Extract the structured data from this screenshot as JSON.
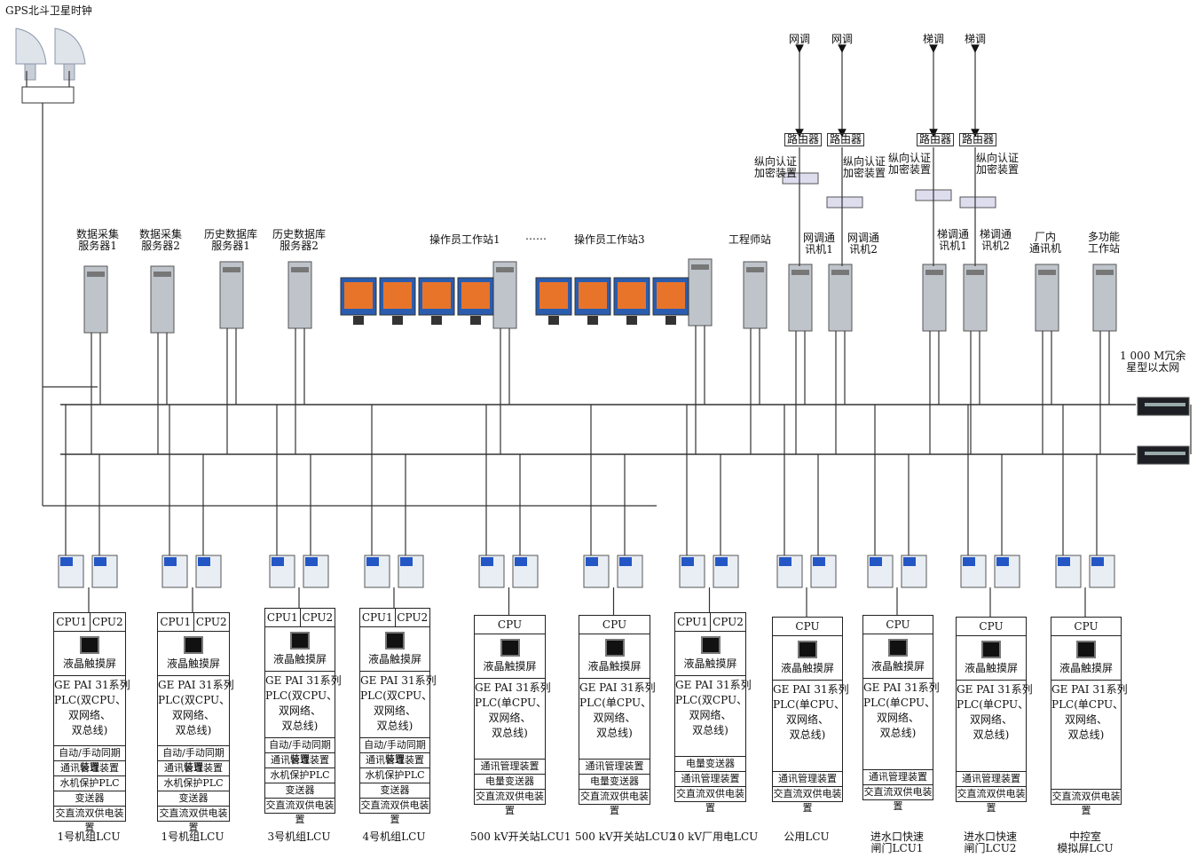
{
  "gps_title": "GPS北斗卫星时钟",
  "dispatch": {
    "net1": "网调",
    "net2": "网调",
    "step1": "梯调",
    "step2": "梯调",
    "router": "路由器",
    "encrypt1": "纵向认证\n加密装置",
    "encrypt2": "纵向认证\n加密装置",
    "encrypt3": "纵向认证\n加密装置",
    "encrypt4": "纵向认证\n加密装置"
  },
  "servers": [
    {
      "label": "数据采集\n服务器1"
    },
    {
      "label": "数据采集\n服务器2"
    },
    {
      "label": "历史数据库\n服务器1"
    },
    {
      "label": "历史数据库\n服务器2"
    },
    {
      "label": "操作员工作站1"
    },
    {
      "label": "……"
    },
    {
      "label": "操作员工作站3"
    },
    {
      "label": "工程师站"
    },
    {
      "label": "网调通\n讯机1"
    },
    {
      "label": "网调通\n讯机2"
    },
    {
      "label": "梯调通\n讯机1"
    },
    {
      "label": "梯调通\n讯机2"
    },
    {
      "label": "厂内\n通讯机"
    },
    {
      "label": "多功能\n工作站"
    }
  ],
  "network_label": "1 000 M冗余\n星型以太网",
  "lcus": [
    {
      "cpu": [
        "CPU1",
        "CPU2"
      ],
      "screen": "液晶触摸屏",
      "plc": "GE PAI 31系列\nPLC(双CPU、\n双网络、\n双总线)",
      "items": [
        "自动/手动同期装置",
        "通讯管理装置",
        "水机保护PLC",
        "变送器",
        "交直流双供电装置"
      ],
      "name": "1号机组LCU"
    },
    {
      "cpu": [
        "CPU1",
        "CPU2"
      ],
      "screen": "液晶触摸屏",
      "plc": "GE PAI 31系列\nPLC(双CPU、\n双网络、\n双总线)",
      "items": [
        "自动/手动同期装置",
        "通讯管理装置",
        "水机保护PLC",
        "变送器",
        "交直流双供电装置"
      ],
      "name": "1号机组LCU"
    },
    {
      "cpu": [
        "CPU1",
        "CPU2"
      ],
      "screen": "液晶触摸屏",
      "plc": "GE PAI 31系列\nPLC(双CPU、\n双网络、\n双总线)",
      "items": [
        "自动/手动同期装置",
        "通讯管理装置",
        "水机保护PLC",
        "变送器",
        "交直流双供电装置"
      ],
      "name": "3号机组LCU"
    },
    {
      "cpu": [
        "CPU1",
        "CPU2"
      ],
      "screen": "液晶触摸屏",
      "plc": "GE PAI 31系列\nPLC(双CPU、\n双网络、\n双总线)",
      "items": [
        "自动/手动同期装置",
        "通讯管理装置",
        "水机保护PLC",
        "变送器",
        "交直流双供电装置"
      ],
      "name": "4号机组LCU"
    },
    {
      "cpu": [
        "CPU"
      ],
      "screen": "液晶触摸屏",
      "plc": "GE PAI 31系列\nPLC(单CPU、\n双网络、\n双总线)",
      "items": [
        "通讯管理装置",
        "电量变送器",
        "交直流双供电装置"
      ],
      "name": "500 kV开关站LCU1"
    },
    {
      "cpu": [
        "CPU"
      ],
      "screen": "液晶触摸屏",
      "plc": "GE PAI 31系列\nPLC(单CPU、\n双网络、\n双总线)",
      "items": [
        "通讯管理装置",
        "电量变送器",
        "交直流双供电装置"
      ],
      "name": "500 kV开关站LCU2"
    },
    {
      "cpu": [
        "CPU1",
        "CPU2"
      ],
      "screen": "液晶触摸屏",
      "plc": "GE PAI 31系列\nPLC(双CPU、\n双网络、\n双总线)",
      "items": [
        "电量变送器",
        "通讯管理装置",
        "交直流双供电装置"
      ],
      "name": "10 kV厂用电LCU"
    },
    {
      "cpu": [
        "CPU"
      ],
      "screen": "液晶触摸屏",
      "plc": "GE PAI 31系列\nPLC(单CPU、\n双网络、\n双总线)",
      "items": [
        "通讯管理装置",
        "交直流双供电装置"
      ],
      "name": "公用LCU"
    },
    {
      "cpu": [
        "CPU"
      ],
      "screen": "液晶触摸屏",
      "plc": "GE PAI 31系列\nPLC(单CPU、\n双网络、\n双总线)",
      "items": [
        "通讯管理装置",
        "交直流双供电装置"
      ],
      "name": "进水口快速\n闸门LCU1"
    },
    {
      "cpu": [
        "CPU"
      ],
      "screen": "液晶触摸屏",
      "plc": "GE PAI 31系列\nPLC(单CPU、\n双网络、\n双总线)",
      "items": [
        "通讯管理装置",
        "交直流双供电装置"
      ],
      "name": "进水口快速\n闸门LCU2"
    },
    {
      "cpu": [
        "CPU"
      ],
      "screen": "液晶触摸屏",
      "plc": "GE PAI 31系列\nPLC(单CPU、\n双网络、\n双总线)",
      "items": [
        "交直流双供电装置"
      ],
      "name": "中控室\n模拟屏LCU"
    }
  ]
}
